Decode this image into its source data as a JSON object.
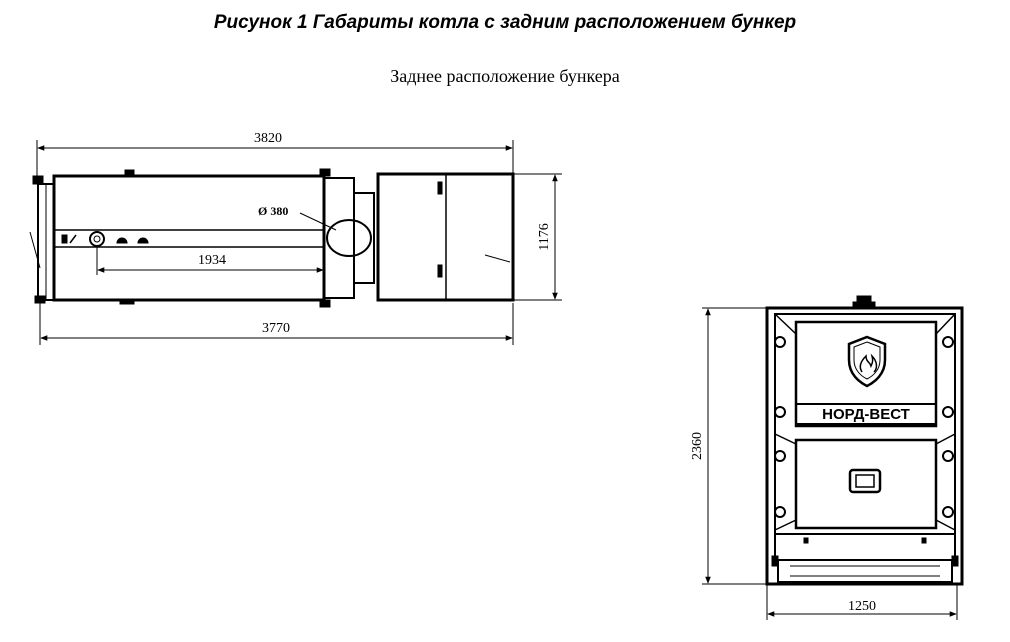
{
  "caption": "Рисунок 1 Габариты котла с задним расположением бункер",
  "subtitle": "Заднее расположение бункера",
  "side_view": {
    "dim_overall_top": "3820",
    "dim_overall_bottom": "3770",
    "dim_pipe": "1934",
    "dim_height": "1176",
    "dim_diameter": "Ø 380"
  },
  "front_view": {
    "dim_height": "2360",
    "dim_width": "1250",
    "brand": "НОРД-ВЕСТ"
  }
}
